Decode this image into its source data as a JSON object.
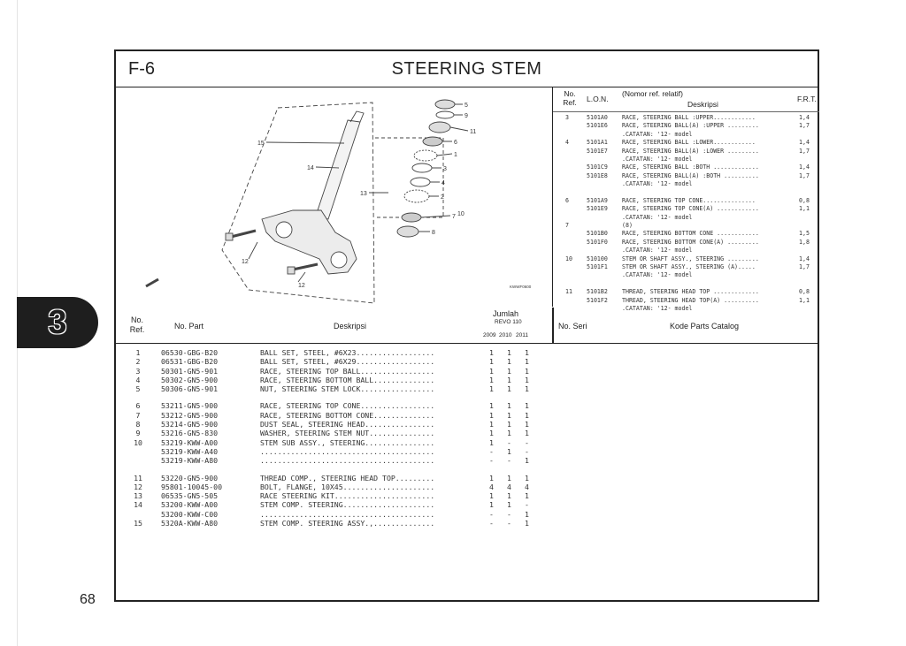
{
  "page": {
    "section_number": "3",
    "page_number": "68"
  },
  "figure": {
    "code": "F-6",
    "title": "STEERING STEM",
    "diagram_code": "KWWF0600"
  },
  "diagram_callouts": [
    "5",
    "9",
    "11",
    "6",
    "1",
    "3",
    "4",
    "2",
    "7",
    "10",
    "8",
    "15",
    "14",
    "13",
    "12",
    "12"
  ],
  "ref_table": {
    "headers": {
      "no_ref": "No. Ref.",
      "lon": "L.O.N.",
      "note": "(Nomor ref. relatif)",
      "desc": "Deskripsi",
      "frt": "F.R.T."
    },
    "rows": [
      {
        "ref": "3",
        "lon": "5101A0",
        "desc": "RACE, STEERING BALL :UPPER............",
        "frt": "1,4"
      },
      {
        "ref": "",
        "lon": "5101E6",
        "desc": "RACE, STEERING BALL(A) :UPPER .........",
        "frt": "1,7"
      },
      {
        "ref": "",
        "lon": "",
        "desc": ".CATATAN: '12- model",
        "frt": ""
      },
      {
        "ref": "4",
        "lon": "5101A1",
        "desc": "RACE, STEERING BALL :LOWER............",
        "frt": "1,4"
      },
      {
        "ref": "",
        "lon": "5101E7",
        "desc": "RACE, STEERING BALL(A) :LOWER .........",
        "frt": "1,7"
      },
      {
        "ref": "",
        "lon": "",
        "desc": ".CATATAN: '12- model",
        "frt": ""
      },
      {
        "ref": "",
        "lon": "5101C9",
        "desc": "RACE, STEERING BALL :BOTH .............",
        "frt": "1,4"
      },
      {
        "ref": "",
        "lon": "5101E8",
        "desc": "RACE, STEERING BALL(A) :BOTH ..........",
        "frt": "1,7"
      },
      {
        "ref": "",
        "lon": "",
        "desc": ".CATATAN: '12- model",
        "frt": ""
      },
      {
        "ref": "",
        "lon": "",
        "desc": "",
        "frt": ""
      },
      {
        "ref": "6",
        "lon": "5101A9",
        "desc": "RACE, STEERING TOP CONE...............",
        "frt": "0,8"
      },
      {
        "ref": "",
        "lon": "5101E9",
        "desc": "RACE, STEERING TOP CONE(A) ............",
        "frt": "1,1"
      },
      {
        "ref": "",
        "lon": "",
        "desc": ".CATATAN: '12- model",
        "frt": ""
      },
      {
        "ref": "7",
        "lon": "",
        "desc": "(8)",
        "frt": ""
      },
      {
        "ref": "",
        "lon": "5101B0",
        "desc": "RACE, STEERING BOTTOM CONE ............",
        "frt": "1,5"
      },
      {
        "ref": "",
        "lon": "5101F0",
        "desc": "RACE, STEERING BOTTOM CONE(A) .........",
        "frt": "1,8"
      },
      {
        "ref": "",
        "lon": "",
        "desc": ".CATATAN: '12- model",
        "frt": ""
      },
      {
        "ref": "10",
        "lon": "510100",
        "desc": "STEM OR SHAFT ASSY., STEERING .........",
        "frt": "1,4"
      },
      {
        "ref": "",
        "lon": "5101F1",
        "desc": "STEM OR SHAFT ASSY., STEERING (A).....",
        "frt": "1,7"
      },
      {
        "ref": "",
        "lon": "",
        "desc": ".CATATAN: '12- model",
        "frt": ""
      },
      {
        "ref": "",
        "lon": "",
        "desc": "",
        "frt": ""
      },
      {
        "ref": "11",
        "lon": "5101B2",
        "desc": "THREAD, STEERING HEAD TOP .............",
        "frt": "0,8"
      },
      {
        "ref": "",
        "lon": "5101F2",
        "desc": "THREAD, STEERING HEAD TOP(A) ..........",
        "frt": "1,1"
      },
      {
        "ref": "",
        "lon": "",
        "desc": ".CATATAN: '12- model",
        "frt": ""
      }
    ]
  },
  "parts_table": {
    "headers": {
      "no_ref": "No. Ref.",
      "no_part": "No. Part",
      "desc": "Deskripsi",
      "qty_title": "Jumlah",
      "model": "REVO 110",
      "years": [
        "2009",
        "2010",
        "2011"
      ],
      "no_seri": "No. Seri",
      "catalog": "Kode Parts Catalog"
    },
    "groups": [
      [
        {
          "ref": "1",
          "part": "06530-GBG-B20",
          "desc": "BALL SET, STEEL, #6X23..................",
          "q": [
            "1",
            "1",
            "1"
          ]
        },
        {
          "ref": "2",
          "part": "06531-GBG-B20",
          "desc": "BALL SET, STEEL, #6X29..................",
          "q": [
            "1",
            "1",
            "1"
          ]
        },
        {
          "ref": "3",
          "part": "50301-GN5-901",
          "desc": "RACE, STEERING TOP BALL.................",
          "q": [
            "1",
            "1",
            "1"
          ]
        },
        {
          "ref": "4",
          "part": "50302-GN5-900",
          "desc": "RACE, STEERING BOTTOM BALL..............",
          "q": [
            "1",
            "1",
            "1"
          ]
        },
        {
          "ref": "5",
          "part": "50306-GN5-901",
          "desc": "NUT, STEERING STEM LOCK.................",
          "q": [
            "1",
            "1",
            "1"
          ]
        }
      ],
      [
        {
          "ref": "6",
          "part": "53211-GN5-900",
          "desc": "RACE, STEERING TOP CONE.................",
          "q": [
            "1",
            "1",
            "1"
          ]
        },
        {
          "ref": "7",
          "part": "53212-GN5-900",
          "desc": "RACE, STEERING BOTTOM CONE..............",
          "q": [
            "1",
            "1",
            "1"
          ]
        },
        {
          "ref": "8",
          "part": "53214-GN5-900",
          "desc": "DUST SEAL, STEERING HEAD................",
          "q": [
            "1",
            "1",
            "1"
          ]
        },
        {
          "ref": "9",
          "part": "53216-GN5-830",
          "desc": "WASHER, STEERING STEM NUT...............",
          "q": [
            "1",
            "1",
            "1"
          ]
        },
        {
          "ref": "10",
          "part": "53219-KWW-A00",
          "desc": "STEM SUB ASSY., STEERING................",
          "q": [
            "1",
            "-",
            "-"
          ]
        },
        {
          "ref": "",
          "part": "53219-KWW-A40",
          "desc": "........................................",
          "q": [
            "-",
            "1",
            "-"
          ]
        },
        {
          "ref": "",
          "part": "53219-KWW-A80",
          "desc": "........................................",
          "q": [
            "-",
            "-",
            "1"
          ]
        }
      ],
      [
        {
          "ref": "11",
          "part": "53220-GN5-900",
          "desc": "THREAD COMP., STEERING HEAD TOP.........",
          "q": [
            "1",
            "1",
            "1"
          ]
        },
        {
          "ref": "12",
          "part": "95801-10045-00",
          "desc": "BOLT, FLANGE, 10X45.....................",
          "q": [
            "4",
            "4",
            "4"
          ]
        },
        {
          "ref": "13",
          "part": "06535-GN5-505",
          "desc": "RACE STEERING KIT.......................",
          "q": [
            "1",
            "1",
            "1"
          ]
        },
        {
          "ref": "14",
          "part": "53200-KWW-A00",
          "desc": "STEM COMP. STEERING.....................",
          "q": [
            "1",
            "1",
            "-"
          ]
        },
        {
          "ref": "",
          "part": "53200-KWW-C00",
          "desc": "........................................",
          "q": [
            "-",
            "-",
            "1"
          ]
        },
        {
          "ref": "15",
          "part": "5320A-KWW-A80",
          "desc": "STEM COMP. STEERING ASSY.,..............",
          "q": [
            "-",
            "-",
            "1"
          ]
        }
      ]
    ]
  }
}
